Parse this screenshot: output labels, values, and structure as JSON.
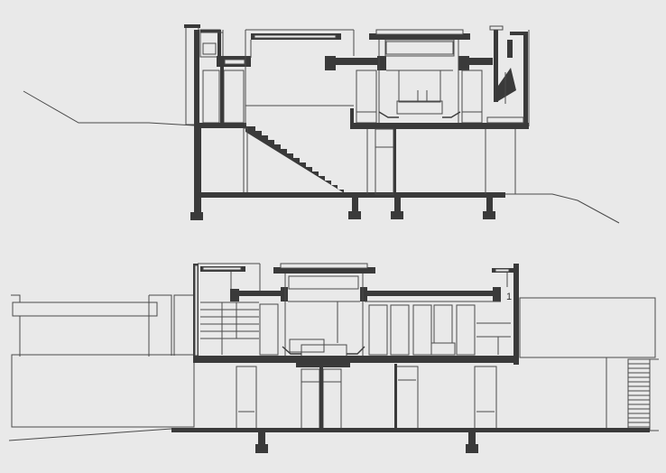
{
  "drawing": {
    "type": "architectural-section-drawings",
    "background_color": "#e9e9e9",
    "line_color": "#3a3a3a",
    "sections": [
      {
        "id": "upper-section",
        "description": "Cross section through house on sloping site with interior stair"
      },
      {
        "id": "lower-section",
        "description": "Longitudinal section through house with adjoining low buildings"
      }
    ],
    "annotations": [
      {
        "id": "marker-1",
        "text": "1"
      }
    ]
  }
}
